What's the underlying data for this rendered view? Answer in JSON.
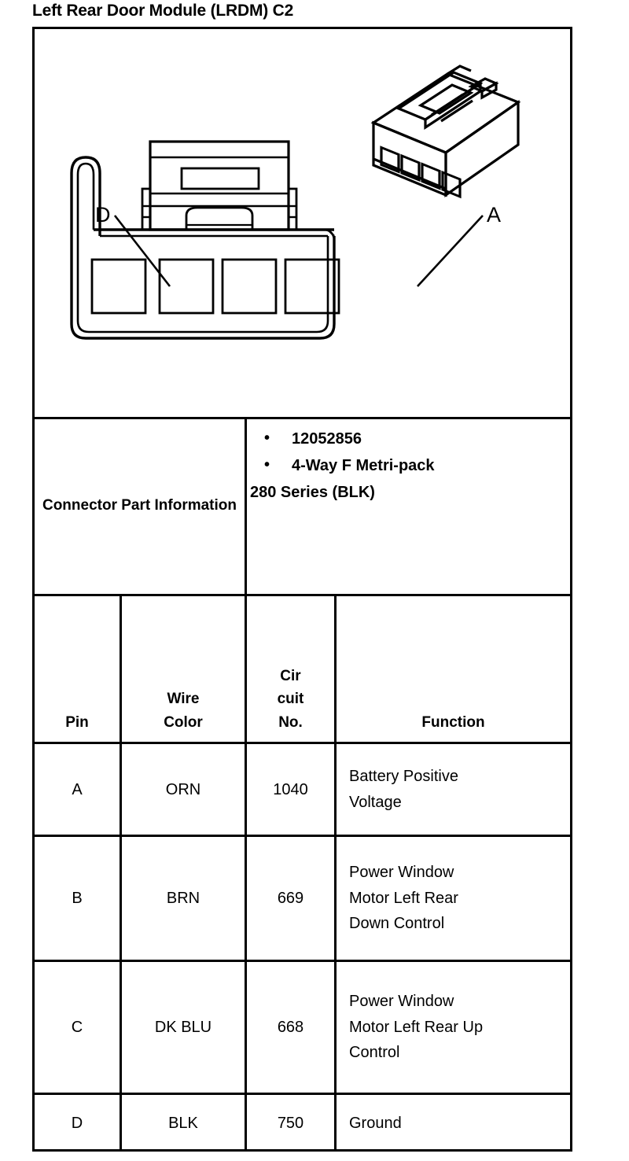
{
  "document": {
    "title": "Left Rear Door Module (LRDM) C2"
  },
  "diagram": {
    "name": "connector-face-view",
    "callouts": [
      {
        "label": "D",
        "description": "leader to leftmost cavity (pin D)"
      },
      {
        "label": "A",
        "description": "leader to rightmost cavity (pin A)"
      }
    ],
    "cavity_count": 4,
    "views": [
      "isometric-connector-body",
      "front-face-with-latch"
    ]
  },
  "connector_part_information": {
    "label": "Connector Part Information",
    "bullets": [
      "12052856",
      "4-Way F Metri-pack"
    ],
    "continuation": "280 Series (BLK)"
  },
  "pin_table": {
    "headers": {
      "pin": "Pin",
      "wire_color": [
        "Wire",
        "Color"
      ],
      "circuit_no": [
        "Cir",
        "cuit",
        "No."
      ],
      "function": "Function"
    },
    "rows": [
      {
        "pin": "A",
        "wire_color": "ORN",
        "circuit_no": "1040",
        "function": [
          "Battery Positive",
          "Voltage"
        ]
      },
      {
        "pin": "B",
        "wire_color": "BRN",
        "circuit_no": "669",
        "function": [
          "Power Window",
          "Motor Left Rear",
          "Down Control"
        ]
      },
      {
        "pin": "C",
        "wire_color": "DK BLU",
        "circuit_no": "668",
        "function": [
          "Power Window",
          "Motor Left Rear Up",
          "Control"
        ]
      },
      {
        "pin": "D",
        "wire_color": "BLK",
        "circuit_no": "750",
        "function": [
          "Ground"
        ]
      }
    ]
  },
  "colors": {
    "ink": "#000000",
    "paper": "#ffffff"
  }
}
